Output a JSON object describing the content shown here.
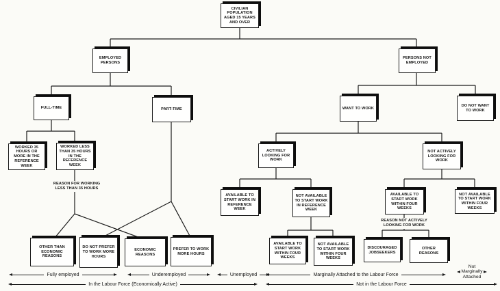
{
  "diagram": {
    "description": "Labour force framework flowchart",
    "colors": {
      "ink": "#1b1b1b",
      "paper": "#fbfbf7",
      "box_fill": "#fffffe",
      "shadow": "#0d0d0d"
    }
  },
  "nodes": {
    "civilian": {
      "label": "CIVILIAN POPULATION AGED 15 YEARS AND OVER"
    },
    "employed": {
      "label": "EMPLOYED PERSONS"
    },
    "not_employed": {
      "label": "PERSONS NOT EMPLOYED"
    },
    "full_time": {
      "label": "FULL-TIME"
    },
    "part_time": {
      "label": "PART-TIME"
    },
    "want_work": {
      "label": "WANT TO WORK"
    },
    "not_want_work": {
      "label": "DO NOT WANT TO WORK"
    },
    "worked_35": {
      "label": "WORKED 35 HOURS OR MORE IN THE REFERENCE WEEK"
    },
    "worked_less": {
      "label": "WORKED LESS THAN 35 HOURS IN THE REFERENCE WEEK"
    },
    "actively_looking": {
      "label": "ACTIVELY LOOKING FOR WORK"
    },
    "not_actively_looking": {
      "label": "NOT ACTIVELY LOOKING FOR WORK"
    },
    "avail_ref_week": {
      "label": "AVAILABLE TO START WORK IN REFERENCE WEEK"
    },
    "not_avail_ref_week": {
      "label": "NOT AVAILABLE TO START WORK IN REFERENCE WEEK"
    },
    "avail_four_weeks_na": {
      "label": "AVAILABLE TO START WORK WITHIN FOUR WEEKS"
    },
    "not_avail_four_weeks_na": {
      "label": "NOT AVAILABLE TO START WORK WITHIN FOUR WEEKS"
    },
    "avail_four_weeks": {
      "label": "AVAILABLE TO START WORK WITHIN FOUR WEEKS"
    },
    "not_avail_four_weeks": {
      "label": "NOT AVAILABLE TO START WORK WITHIN FOUR WEEKS"
    },
    "discouraged": {
      "label": "DISCOURAGED JOBSEEKERS"
    },
    "other_reasons": {
      "label": "OTHER REASONS"
    },
    "other_than_economic": {
      "label": "OTHER THAN ECONOMIC REASONS"
    },
    "do_not_prefer": {
      "label": "DO NOT PREFER TO WORK MORE HOURS"
    },
    "economic_reasons": {
      "label": "ECONOMIC REASONS"
    },
    "prefer_more_hours": {
      "label": "PREFER TO WORK MORE HOURS"
    }
  },
  "annotations": {
    "reason_less_hours": "REASON FOR WORKING LESS THAN 35 HOURS",
    "reason_not_actively": "REASON NOT ACTIVELY LOOKING FOR WORK"
  },
  "legend": {
    "fully_employed": "Fully employed",
    "underemployed": "Underemployed",
    "unemployed": "Unemployed",
    "marginally_attached": "Marginally Attached to the Labour Force",
    "not_marginal": {
      "line1": "Not",
      "line2": "Marginally",
      "line3": "Attached"
    },
    "in_labour_force": "In the Labour Force (Economically Active)",
    "not_in_labour_force": "Not in the Labour Force"
  }
}
